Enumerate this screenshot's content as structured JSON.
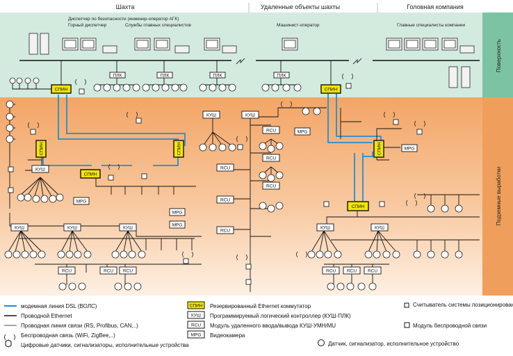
{
  "header": {
    "col1": "Шахта",
    "col2": "Удаленные объекты шахты",
    "col3": "Головная компания"
  },
  "side": {
    "surface": "Поверхность",
    "underground": "Подземные выработки"
  },
  "surface_labels": {
    "dispatcher_safety": "Диспетчер по безопасности (инженер-оператор АГК)",
    "mine_dispatcher": "Горный диспетчер",
    "chief_services": "Службы главных специалистов",
    "machine_operator": "Машинист-оператор",
    "chief_specialists": "Главные специалисты компании"
  },
  "devices": {
    "plc": "ПЛК",
    "spin": "СПИН",
    "kush": "КУШ",
    "rcu": "RCU",
    "mpg": "MPG"
  },
  "legend": {
    "dsl": "модемная линия DSL (ВОЛС)",
    "ethernet": "Проводной Ethernet",
    "wired": "Проводная линия связи (RS, Profibus, CAN,..)",
    "wireless": "Беспроводная связь (WiFi, ZigBee,..)",
    "digital_sensors": "Цифровые датчики, сигнализаторы, исполнительные устройства",
    "spin_desc": "Резервированный Ethernet коммутатор",
    "kush_desc": "Программируемый логический контроллер (КУШ-ПЛК)",
    "rcu_desc": "Модуль удаленного ввода/вывода КУШ-УМН/MU",
    "mpg_desc": "Видеокамера",
    "reader_desc": "Считыватель системы позиционирования персонала",
    "wireless_module_desc": "Модуль беспроводной связи",
    "sensor_desc": "Датчик, сигнализатор, исполнительное устройство"
  },
  "colors": {
    "surface_bg": "#d6ebe0",
    "underground_bg": "#f3b07c",
    "side_surface": "#7dc4a6",
    "side_underground": "#f0a060",
    "dsl_line": "#1e8fd6",
    "device_fill": "#f3e600"
  }
}
